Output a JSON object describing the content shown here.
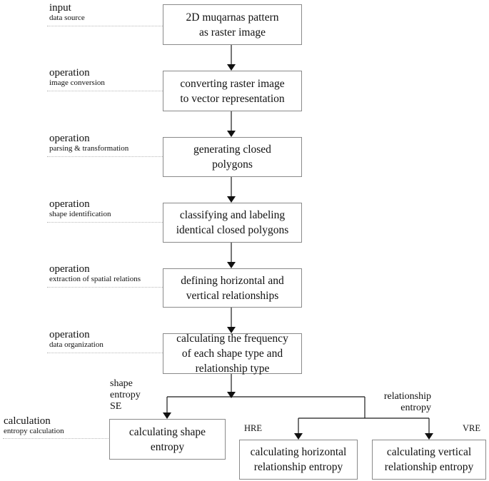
{
  "steps": [
    {
      "category": "input",
      "subcategory": "data source",
      "box_text": "2D muqarnas pattern\nas raster image"
    },
    {
      "category": "operation",
      "subcategory": "image conversion",
      "box_text": "converting raster image\nto vector representation"
    },
    {
      "category": "operation",
      "subcategory": "parsing & transformation",
      "box_text": "generating closed\npolygons"
    },
    {
      "category": "operation",
      "subcategory": "shape identification",
      "box_text": "classifying and labeling\nidentical closed polygons"
    },
    {
      "category": "operation",
      "subcategory": "extraction of spatial relations",
      "box_text": "defining horizontal and\nvertical relationships"
    },
    {
      "category": "operation",
      "subcategory": "data organization",
      "box_text": "calculating the frequency\nof each shape type and\nrelationship type"
    }
  ],
  "calculation": {
    "category": "calculation",
    "subcategory": "entropy calculation",
    "shape_branch_label": "shape\nentropy\nSE",
    "relationship_branch_label": "relationship\nentropy",
    "hre_label": "HRE",
    "vre_label": "VRE",
    "shape_box": "calculating shape\nentropy",
    "horizontal_box": "calculating horizontal\nrelationship entropy",
    "vertical_box": "calculating vertical\nrelationship entropy"
  },
  "colors": {
    "box_border": "#8a8a8a",
    "line": "#1a1a1a",
    "guide": "#b8b8b8"
  }
}
